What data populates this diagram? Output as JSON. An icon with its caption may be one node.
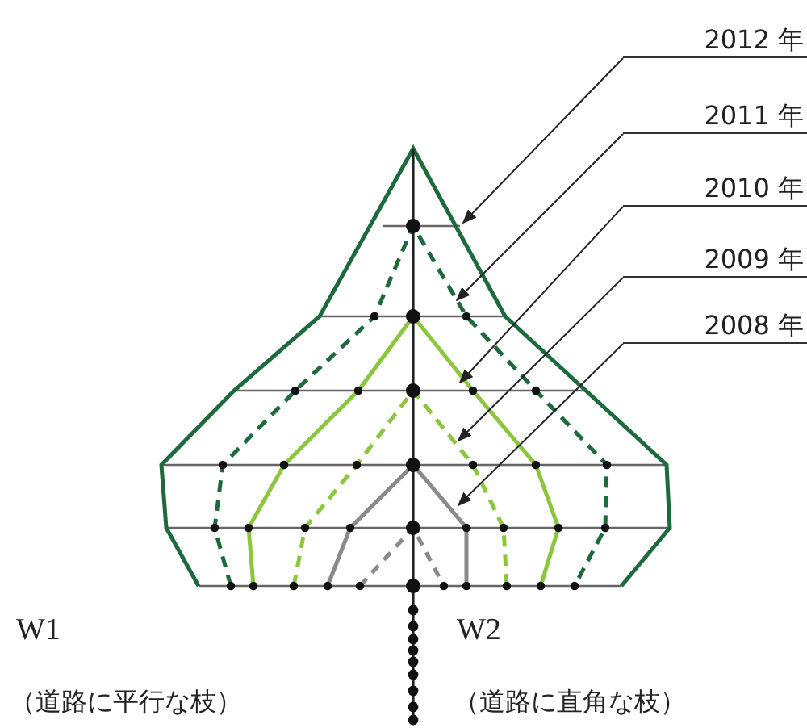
{
  "diagram": {
    "nodes": [
      {
        "text": [
          "2012 年"
        ]
      },
      {
        "text": [
          "2011 年"
        ]
      },
      {
        "text": [
          "2010 年"
        ]
      },
      {
        "text": [
          "2009 年"
        ]
      },
      {
        "text": [
          "2008 年"
        ]
      }
    ],
    "edges": [
      {
        "from": 0,
        "to": null,
        "arrow": "to"
      },
      {
        "from": 1,
        "to": null,
        "arrow": "to"
      },
      {
        "from": 2,
        "to": null,
        "arrow": "to"
      },
      {
        "from": 3,
        "to": null,
        "arrow": "to"
      },
      {
        "from": 4,
        "to": null,
        "arrow": "to"
      }
    ],
    "labels": [
      "W1",
      "（道路に平行な枝）",
      "W2",
      "（道路に直角な枝）"
    ]
  }
}
